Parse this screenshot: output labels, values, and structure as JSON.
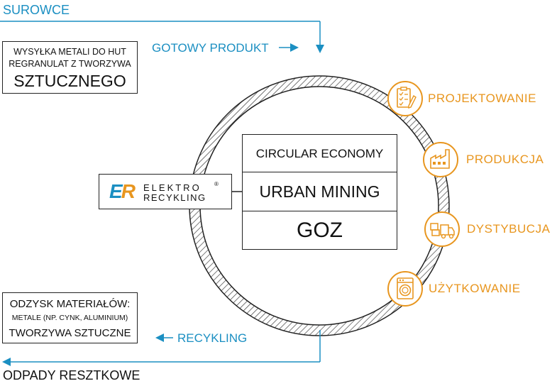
{
  "top_left": "SUROWCE",
  "bottom_left": "ODPADY RESZTKOWE",
  "arrow_top_label": "GOTOWY PRODUKT",
  "arrow_bottom_label": "RECYKLING",
  "box_top": {
    "line1": "WYSYŁKA METALI DO HUT",
    "line2": "REGRANULAT Z TWORZYWA",
    "line3": "SZTUCZNEGO"
  },
  "box_bottom": {
    "line1": "ODZYSK MATERIAŁÓW:",
    "line2": "METALE (NP. CYNK, ALUMINIUM)",
    "line3": "TWORZYWA SZTUCZNE"
  },
  "logo": {
    "mark": "ER",
    "line1": "ELEKTRO",
    "line2": "RECYKLING",
    "registered": "®"
  },
  "center": {
    "row1": "CIRCULAR ECONOMY",
    "row2": "URBAN MINING",
    "row3": "GOZ"
  },
  "stages": [
    {
      "label": "PROJEKTOWANIE",
      "icon": "clipboard-pencil-icon"
    },
    {
      "label": "PRODUKCJA",
      "icon": "factory-icon"
    },
    {
      "label": "DYSTYBUCJA",
      "icon": "delivery-truck-icon"
    },
    {
      "label": "UŻYTKOWANIE",
      "icon": "washing-machine-icon"
    }
  ],
  "colors": {
    "accent_blue": "#1b8fc2",
    "accent_orange": "#e8961f",
    "line": "#222222"
  }
}
